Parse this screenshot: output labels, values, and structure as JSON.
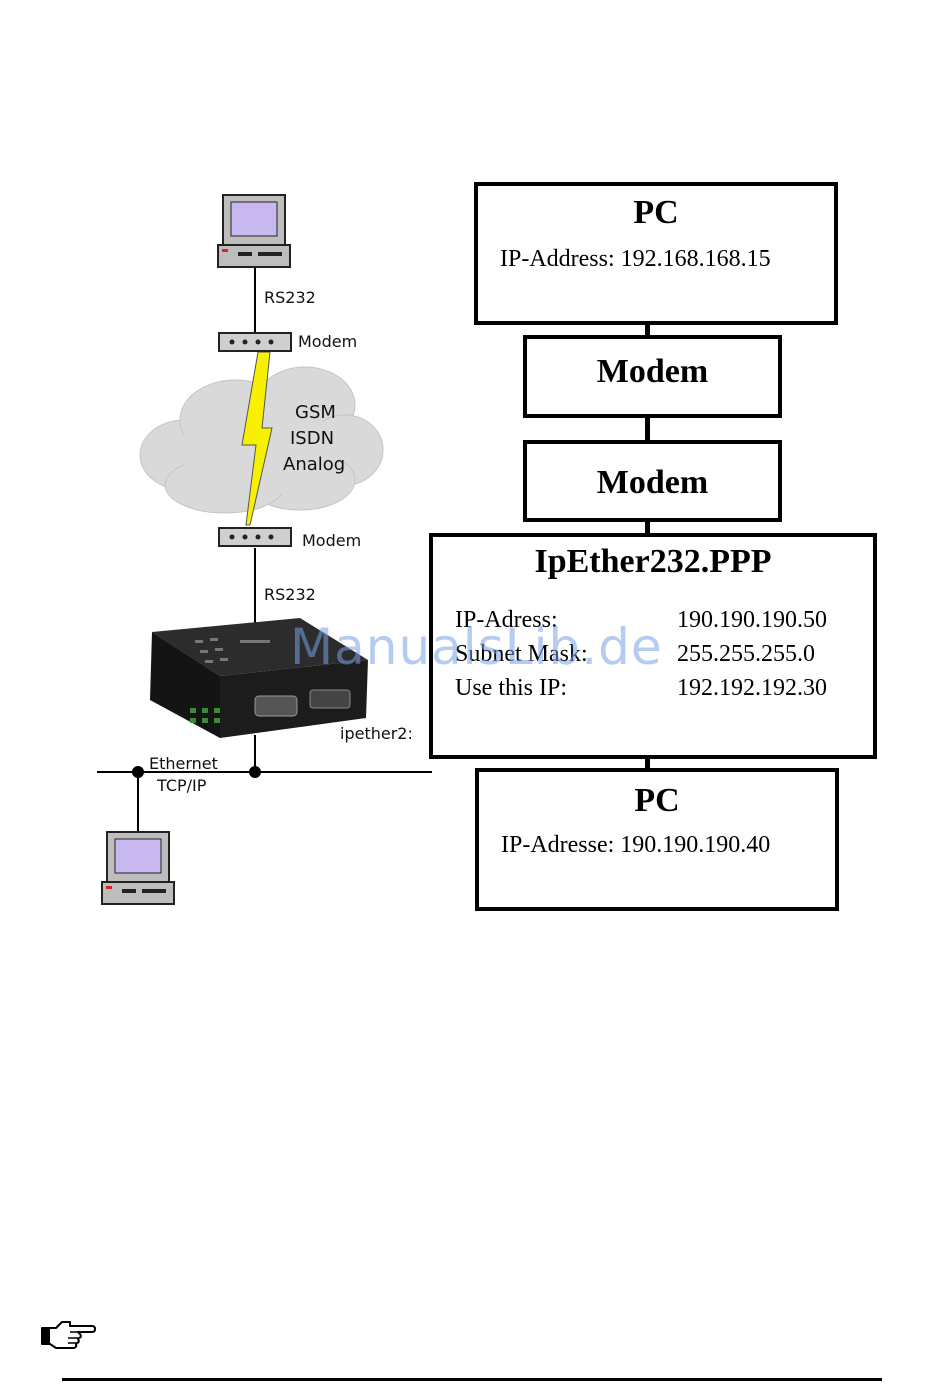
{
  "illustration": {
    "rs232_top": "RS232",
    "modem_top": "Modem",
    "cloud_lines": [
      "GSM",
      "ISDN",
      "Analog"
    ],
    "modem_bottom": "Modem",
    "rs232_bottom": "RS232",
    "device_label": "ipether2:",
    "network_lines": [
      "Ethernet",
      "TCP/IP"
    ]
  },
  "flow": {
    "pc_top": {
      "title": "PC",
      "line": "IP-Address:  192.168.168.15"
    },
    "modem1": {
      "title": "Modem"
    },
    "modem2": {
      "title": "Modem"
    },
    "ipether": {
      "title": "IpEther232.PPP",
      "rows": [
        {
          "label": "IP-Adress:",
          "value": "190.190.190.50"
        },
        {
          "label": "Subnet Mask:",
          "value": "255.255.255.0"
        },
        {
          "label": "Use this IP:",
          "value": "192.192.192.30"
        }
      ]
    },
    "pc_bottom": {
      "title": "PC",
      "line": "IP-Adresse: 190.190.190.40"
    }
  },
  "watermark": "ManualsLib.de",
  "colors": {
    "bolt": "#f7f000",
    "screen": "#c8b8f0",
    "device": "#1c1c1c"
  },
  "icons": {
    "note": "pointing-hand-icon"
  }
}
